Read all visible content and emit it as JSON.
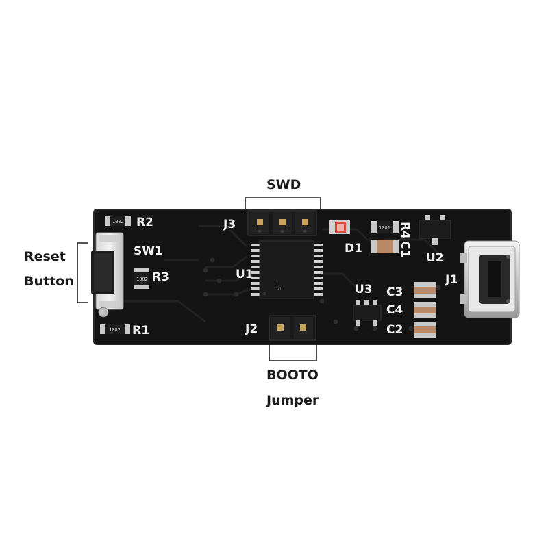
{
  "callouts": {
    "swd": "SWD",
    "reset_line1": "Reset",
    "reset_line2": "Button",
    "boot_line1": "BOOTO",
    "boot_line2": "Jumper"
  },
  "silkscreen": {
    "r2": "R2",
    "sw1": "SW1",
    "r3": "R3",
    "r1": "R1",
    "j3": "J3",
    "u1": "U1",
    "j2": "J2",
    "d1": "D1",
    "r4": "R4",
    "c1": "C1",
    "u2": "U2",
    "u3": "U3",
    "c3": "C3",
    "c4": "C4",
    "c2": "C2",
    "j1": "J1"
  },
  "resistor_codes": {
    "r2": "1002",
    "r3": "1002",
    "r1": "1002",
    "r4": "1001"
  },
  "colors": {
    "pcb": "#141414",
    "pad": "#c9c9c9",
    "silk": "#f2f2f2",
    "led": "#d94a3a",
    "capacitor": "#b98a6a",
    "callout_line": "#1a1a1a"
  }
}
